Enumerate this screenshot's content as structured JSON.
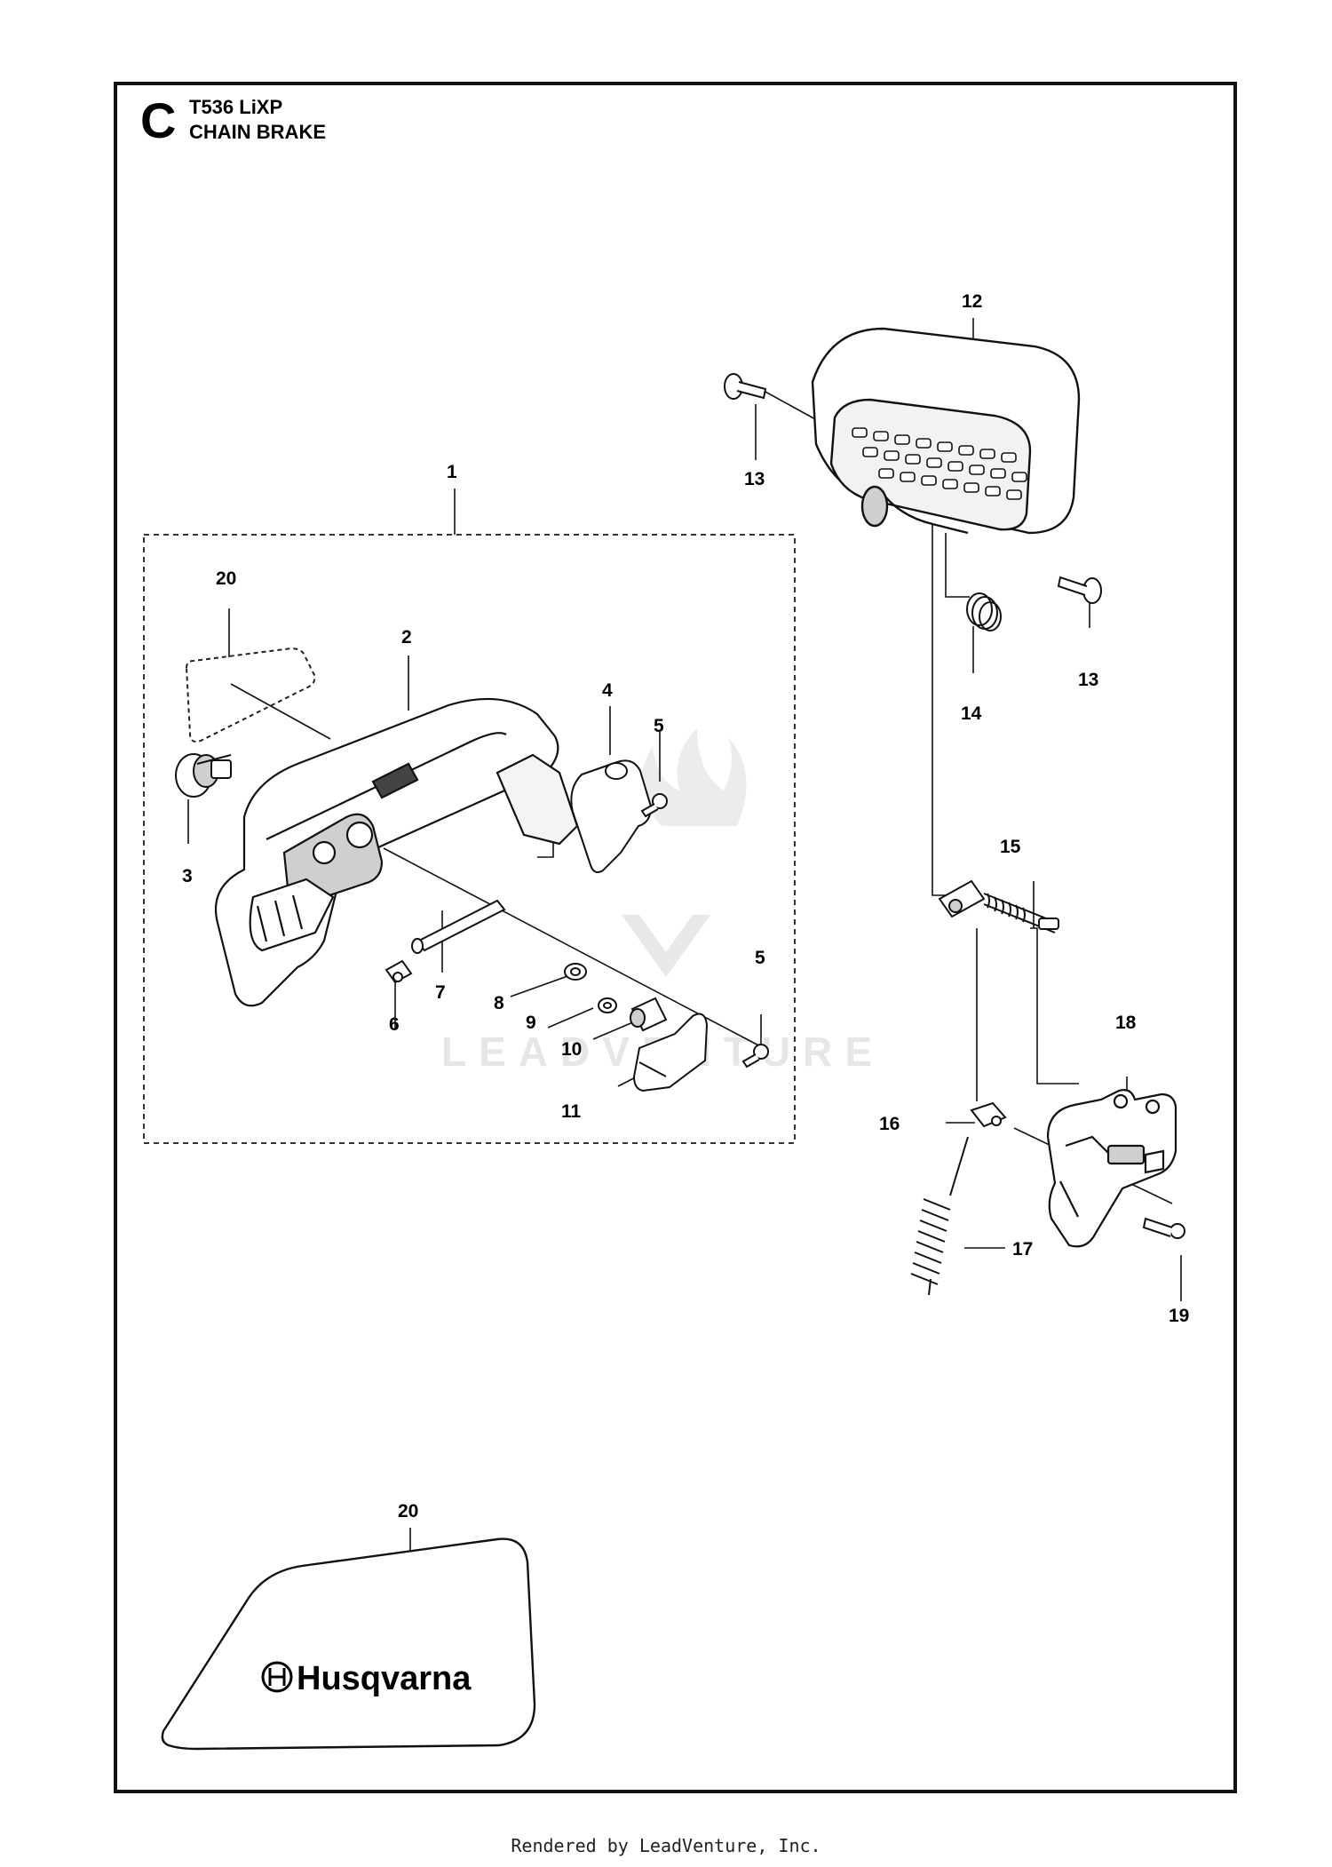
{
  "section_letter": "C",
  "model": "T536 LiXP",
  "assembly": "CHAIN BRAKE",
  "watermark": "LEADVENTURE",
  "brand_label": "Husqvarna",
  "footer": "Rendered by LeadVenture, Inc.",
  "callouts": [
    {
      "id": "c1",
      "label": "1"
    },
    {
      "id": "c2",
      "label": "2"
    },
    {
      "id": "c3",
      "label": "3"
    },
    {
      "id": "c4",
      "label": "4"
    },
    {
      "id": "c5a",
      "label": "5"
    },
    {
      "id": "c5b",
      "label": "5"
    },
    {
      "id": "c6",
      "label": "6"
    },
    {
      "id": "c7",
      "label": "7"
    },
    {
      "id": "c8",
      "label": "8"
    },
    {
      "id": "c9",
      "label": "9"
    },
    {
      "id": "c10",
      "label": "10"
    },
    {
      "id": "c11",
      "label": "11"
    },
    {
      "id": "c12",
      "label": "12"
    },
    {
      "id": "c13a",
      "label": "13"
    },
    {
      "id": "c13b",
      "label": "13"
    },
    {
      "id": "c14",
      "label": "14"
    },
    {
      "id": "c15",
      "label": "15"
    },
    {
      "id": "c16",
      "label": "16"
    },
    {
      "id": "c17",
      "label": "17"
    },
    {
      "id": "c18",
      "label": "18"
    },
    {
      "id": "c19",
      "label": "19"
    },
    {
      "id": "c20a",
      "label": "20"
    },
    {
      "id": "c20b",
      "label": "20"
    }
  ],
  "colors": {
    "line": "#111111",
    "watermark": "#e4e4e4",
    "part_fill": "#ffffff",
    "part_shade": "#bdbdbd"
  }
}
